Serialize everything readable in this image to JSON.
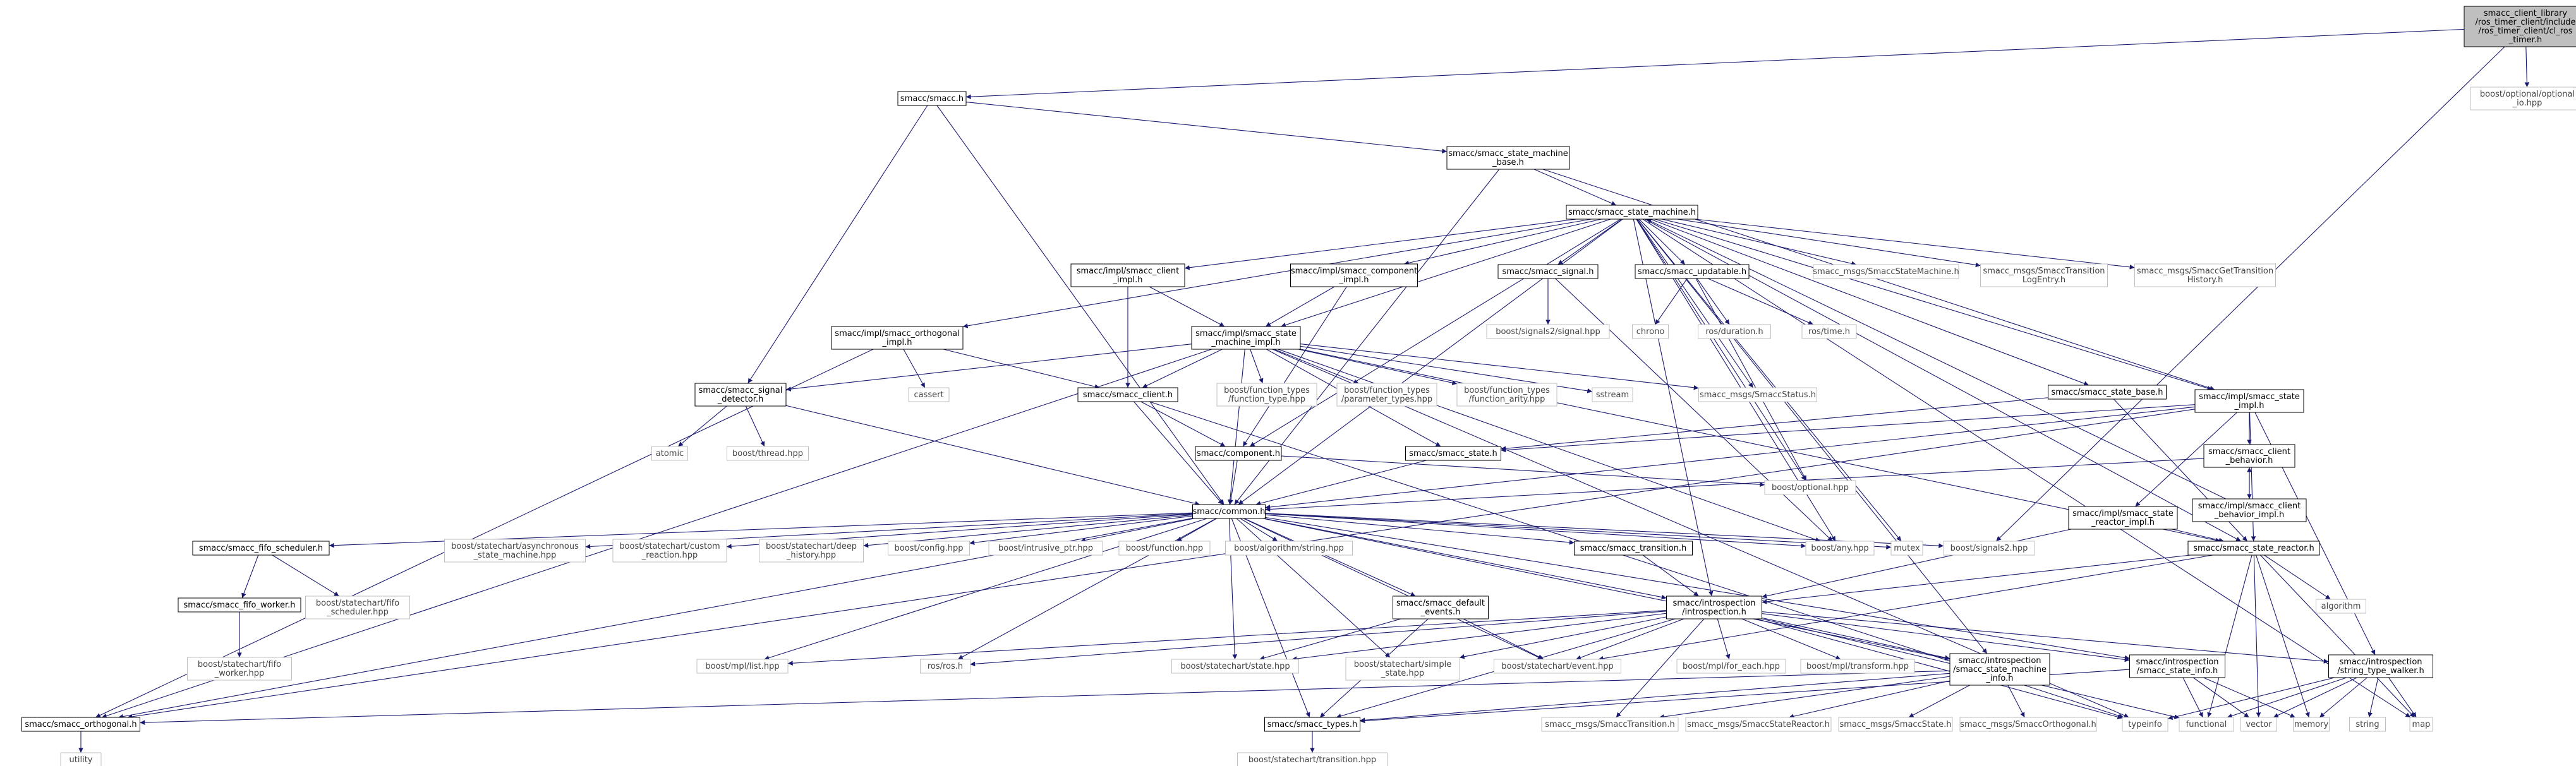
{
  "colors": {
    "edge": "#191970",
    "root_fill": "#bfbfbf",
    "external_border": "#bfbfbf",
    "external_text": "#444444"
  },
  "nodes": [
    {
      "id": "root",
      "lines": [
        "smacc_client_library",
        "/ros_timer_client/include",
        "/ros_timer_client/cl_ros",
        "_timer.h"
      ],
      "kind": "root"
    },
    {
      "id": "opt_io",
      "lines": [
        "boost/optional/optional",
        "_io.hpp"
      ],
      "kind": "ext"
    },
    {
      "id": "smacc_h",
      "lines": [
        "smacc/smacc.h"
      ],
      "kind": "int"
    },
    {
      "id": "sm_base",
      "lines": [
        "smacc/smacc_state_machine",
        "_base.h"
      ],
      "kind": "int"
    },
    {
      "id": "sm_h",
      "lines": [
        "smacc/smacc_state_machine.h"
      ],
      "kind": "int"
    },
    {
      "id": "client_impl",
      "lines": [
        "smacc/impl/smacc_client",
        "_impl.h"
      ],
      "kind": "int"
    },
    {
      "id": "component_impl",
      "lines": [
        "smacc/impl/smacc_component",
        "_impl.h"
      ],
      "kind": "int"
    },
    {
      "id": "signal_h",
      "lines": [
        "smacc/smacc_signal.h"
      ],
      "kind": "int"
    },
    {
      "id": "updatable_h",
      "lines": [
        "smacc/smacc_updatable.h"
      ],
      "kind": "int"
    },
    {
      "id": "msg_sm",
      "lines": [
        "smacc_msgs/SmaccStateMachine.h"
      ],
      "kind": "ext"
    },
    {
      "id": "msg_trlog",
      "lines": [
        "smacc_msgs/SmaccTransition",
        "LogEntry.h"
      ],
      "kind": "ext"
    },
    {
      "id": "msg_gettr",
      "lines": [
        "smacc_msgs/SmaccGetTransition",
        "History.h"
      ],
      "kind": "ext"
    },
    {
      "id": "orth_impl",
      "lines": [
        "smacc/impl/smacc_orthogonal",
        "_impl.h"
      ],
      "kind": "int"
    },
    {
      "id": "sm_impl",
      "lines": [
        "smacc/impl/smacc_state",
        "_machine_impl.h"
      ],
      "kind": "int"
    },
    {
      "id": "signals2_signal",
      "lines": [
        "boost/signals2/signal.hpp"
      ],
      "kind": "ext"
    },
    {
      "id": "chrono",
      "lines": [
        "chrono"
      ],
      "kind": "ext"
    },
    {
      "id": "ros_duration",
      "lines": [
        "ros/duration.h"
      ],
      "kind": "ext"
    },
    {
      "id": "ros_time",
      "lines": [
        "ros/time.h"
      ],
      "kind": "ext"
    },
    {
      "id": "cassert",
      "lines": [
        "cassert"
      ],
      "kind": "ext"
    },
    {
      "id": "sig_detector",
      "lines": [
        "smacc/smacc_signal",
        "_detector.h"
      ],
      "kind": "int"
    },
    {
      "id": "client_h",
      "lines": [
        "smacc/smacc_client.h"
      ],
      "kind": "int"
    },
    {
      "id": "ft_function_type",
      "lines": [
        "boost/function_types",
        "/function_type.hpp"
      ],
      "kind": "ext"
    },
    {
      "id": "ft_param_types",
      "lines": [
        "boost/function_types",
        "/parameter_types.hpp"
      ],
      "kind": "ext"
    },
    {
      "id": "ft_arity",
      "lines": [
        "boost/function_types",
        "/function_arity.hpp"
      ],
      "kind": "ext"
    },
    {
      "id": "sstream",
      "lines": [
        "sstream"
      ],
      "kind": "ext"
    },
    {
      "id": "msg_status",
      "lines": [
        "smacc_msgs/SmaccStatus.h"
      ],
      "kind": "ext"
    },
    {
      "id": "state_base",
      "lines": [
        "smacc/smacc_state_base.h"
      ],
      "kind": "int"
    },
    {
      "id": "state_impl",
      "lines": [
        "smacc/impl/smacc_state",
        "_impl.h"
      ],
      "kind": "int"
    },
    {
      "id": "atomic",
      "lines": [
        "atomic"
      ],
      "kind": "ext"
    },
    {
      "id": "boost_thread",
      "lines": [
        "boost/thread.hpp"
      ],
      "kind": "ext"
    },
    {
      "id": "component_h",
      "lines": [
        "smacc/component.h"
      ],
      "kind": "int"
    },
    {
      "id": "state_h",
      "lines": [
        "smacc/smacc_state.h"
      ],
      "kind": "int"
    },
    {
      "id": "client_behavior",
      "lines": [
        "smacc/smacc_client",
        "_behavior.h"
      ],
      "kind": "int"
    },
    {
      "id": "boost_optional",
      "lines": [
        "boost/optional.hpp"
      ],
      "kind": "ext"
    },
    {
      "id": "cb_impl",
      "lines": [
        "smacc/impl/smacc_client",
        "_behavior_impl.h"
      ],
      "kind": "int"
    },
    {
      "id": "common_h",
      "lines": [
        "smacc/common.h"
      ],
      "kind": "int"
    },
    {
      "id": "sr_impl",
      "lines": [
        "smacc/impl/smacc_state",
        "_reactor_impl.h"
      ],
      "kind": "int"
    },
    {
      "id": "fifo_sched",
      "lines": [
        "smacc/smacc_fifo_scheduler.h"
      ],
      "kind": "int"
    },
    {
      "id": "sc_async",
      "lines": [
        "boost/statechart/asynchronous",
        "_state_machine.hpp"
      ],
      "kind": "ext"
    },
    {
      "id": "sc_custom",
      "lines": [
        "boost/statechart/custom",
        "_reaction.hpp"
      ],
      "kind": "ext"
    },
    {
      "id": "sc_deep",
      "lines": [
        "boost/statechart/deep",
        "_history.hpp"
      ],
      "kind": "ext"
    },
    {
      "id": "boost_config",
      "lines": [
        "boost/config.hpp"
      ],
      "kind": "ext"
    },
    {
      "id": "intrusive_ptr",
      "lines": [
        "boost/intrusive_ptr.hpp"
      ],
      "kind": "ext"
    },
    {
      "id": "boost_function",
      "lines": [
        "boost/function.hpp"
      ],
      "kind": "ext"
    },
    {
      "id": "algo_string",
      "lines": [
        "boost/algorithm/string.hpp"
      ],
      "kind": "ext"
    },
    {
      "id": "transition_h",
      "lines": [
        "smacc/smacc_transition.h"
      ],
      "kind": "int"
    },
    {
      "id": "boost_any",
      "lines": [
        "boost/any.hpp"
      ],
      "kind": "ext"
    },
    {
      "id": "mutex",
      "lines": [
        "mutex"
      ],
      "kind": "ext"
    },
    {
      "id": "signals2",
      "lines": [
        "boost/signals2.hpp"
      ],
      "kind": "ext"
    },
    {
      "id": "state_reactor",
      "lines": [
        "smacc/smacc_state_reactor.h"
      ],
      "kind": "int"
    },
    {
      "id": "fifo_worker",
      "lines": [
        "smacc/smacc_fifo_worker.h"
      ],
      "kind": "int"
    },
    {
      "id": "sc_fifo_sched",
      "lines": [
        "boost/statechart/fifo",
        "_scheduler.hpp"
      ],
      "kind": "ext"
    },
    {
      "id": "default_events",
      "lines": [
        "smacc/smacc_default",
        "_events.h"
      ],
      "kind": "int"
    },
    {
      "id": "introspection",
      "lines": [
        "smacc/introspection",
        "/introspection.h"
      ],
      "kind": "int"
    },
    {
      "id": "algorithm",
      "lines": [
        "algorithm"
      ],
      "kind": "ext"
    },
    {
      "id": "sc_fifo_worker",
      "lines": [
        "boost/statechart/fifo",
        "_worker.hpp"
      ],
      "kind": "ext"
    },
    {
      "id": "mpl_list",
      "lines": [
        "boost/mpl/list.hpp"
      ],
      "kind": "ext"
    },
    {
      "id": "ros_h",
      "lines": [
        "ros/ros.h"
      ],
      "kind": "ext"
    },
    {
      "id": "sc_state",
      "lines": [
        "boost/statechart/state.hpp"
      ],
      "kind": "ext"
    },
    {
      "id": "sc_simple",
      "lines": [
        "boost/statechart/simple",
        "_state.hpp"
      ],
      "kind": "ext"
    },
    {
      "id": "sc_event",
      "lines": [
        "boost/statechart/event.hpp"
      ],
      "kind": "ext"
    },
    {
      "id": "mpl_foreach",
      "lines": [
        "boost/mpl/for_each.hpp"
      ],
      "kind": "ext"
    },
    {
      "id": "mpl_transform",
      "lines": [
        "boost/mpl/transform.hpp"
      ],
      "kind": "ext"
    },
    {
      "id": "sm_info",
      "lines": [
        "smacc/introspection",
        "/smacc_state_machine",
        "_info.h"
      ],
      "kind": "int"
    },
    {
      "id": "state_info",
      "lines": [
        "smacc/introspection",
        "/smacc_state_info.h"
      ],
      "kind": "int"
    },
    {
      "id": "type_walker",
      "lines": [
        "smacc/introspection",
        "/string_type_walker.h"
      ],
      "kind": "int"
    },
    {
      "id": "orthogonal_h",
      "lines": [
        "smacc/smacc_orthogonal.h"
      ],
      "kind": "int"
    },
    {
      "id": "types_h",
      "lines": [
        "smacc/smacc_types.h"
      ],
      "kind": "int"
    },
    {
      "id": "msg_transition",
      "lines": [
        "smacc_msgs/SmaccTransition.h"
      ],
      "kind": "ext"
    },
    {
      "id": "msg_sreactor",
      "lines": [
        "smacc_msgs/SmaccStateReactor.h"
      ],
      "kind": "ext"
    },
    {
      "id": "msg_state",
      "lines": [
        "smacc_msgs/SmaccState.h"
      ],
      "kind": "ext"
    },
    {
      "id": "msg_orth",
      "lines": [
        "smacc_msgs/SmaccOrthogonal.h"
      ],
      "kind": "ext"
    },
    {
      "id": "typeinfo",
      "lines": [
        "typeinfo"
      ],
      "kind": "ext"
    },
    {
      "id": "functional",
      "lines": [
        "functional"
      ],
      "kind": "ext"
    },
    {
      "id": "vector",
      "lines": [
        "vector"
      ],
      "kind": "ext"
    },
    {
      "id": "memory",
      "lines": [
        "memory"
      ],
      "kind": "ext"
    },
    {
      "id": "string",
      "lines": [
        "string"
      ],
      "kind": "ext"
    },
    {
      "id": "map",
      "lines": [
        "map"
      ],
      "kind": "ext"
    },
    {
      "id": "utility",
      "lines": [
        "utility"
      ],
      "kind": "ext"
    },
    {
      "id": "sc_transition",
      "lines": [
        "boost/statechart/transition.hpp"
      ],
      "kind": "ext"
    }
  ],
  "edges": [
    [
      "root",
      "smacc_h"
    ],
    [
      "root",
      "opt_io"
    ],
    [
      "root",
      "signals2"
    ],
    [
      "smacc_h",
      "sm_base"
    ],
    [
      "smacc_h",
      "sig_detector"
    ],
    [
      "smacc_h",
      "common_h"
    ],
    [
      "sm_base",
      "sm_h"
    ],
    [
      "sm_base",
      "common_h"
    ],
    [
      "sm_base",
      "state_impl"
    ],
    [
      "sm_h",
      "client_impl"
    ],
    [
      "sm_h",
      "component_impl"
    ],
    [
      "sm_h",
      "signal_h"
    ],
    [
      "sm_h",
      "updatable_h"
    ],
    [
      "sm_h",
      "msg_sm"
    ],
    [
      "sm_h",
      "msg_trlog"
    ],
    [
      "sm_h",
      "msg_gettr"
    ],
    [
      "sm_h",
      "orth_impl"
    ],
    [
      "sm_h",
      "sm_impl"
    ],
    [
      "sm_h",
      "common_h"
    ],
    [
      "sm_h",
      "msg_status"
    ],
    [
      "sm_h",
      "state_base"
    ],
    [
      "sm_h",
      "state_impl"
    ],
    [
      "sm_h",
      "state_reactor"
    ],
    [
      "sm_h",
      "introspection"
    ],
    [
      "sm_h",
      "mutex"
    ],
    [
      "sm_h",
      "map"
    ],
    [
      "sm_h",
      "boost_any"
    ],
    [
      "sm_h",
      "sm_info"
    ],
    [
      "sm_h",
      "component_h"
    ],
    [
      "sm_h",
      "boost_optional"
    ],
    [
      "client_impl",
      "sm_impl"
    ],
    [
      "client_impl",
      "client_h"
    ],
    [
      "component_impl",
      "sm_impl"
    ],
    [
      "component_impl",
      "component_h"
    ],
    [
      "signal_h",
      "signals2_signal"
    ],
    [
      "signal_h",
      "boost_any"
    ],
    [
      "updatable_h",
      "chrono"
    ],
    [
      "updatable_h",
      "ros_duration"
    ],
    [
      "updatable_h",
      "ros_time"
    ],
    [
      "updatable_h",
      "boost_optional"
    ],
    [
      "orth_impl",
      "cassert"
    ],
    [
      "orth_impl",
      "client_h"
    ],
    [
      "orth_impl",
      "orthogonal_h"
    ],
    [
      "sm_impl",
      "sig_detector"
    ],
    [
      "sm_impl",
      "client_h"
    ],
    [
      "sm_impl",
      "ft_function_type"
    ],
    [
      "sm_impl",
      "ft_param_types"
    ],
    [
      "sm_impl",
      "ft_arity"
    ],
    [
      "sm_impl",
      "sstream"
    ],
    [
      "sm_impl",
      "msg_status"
    ],
    [
      "sm_impl",
      "orthogonal_h"
    ],
    [
      "sm_impl",
      "state_h"
    ],
    [
      "sm_impl",
      "common_h"
    ],
    [
      "sm_impl",
      "boost_any"
    ],
    [
      "sm_impl",
      "typeinfo"
    ],
    [
      "sm_impl",
      "state_reactor"
    ],
    [
      "sig_detector",
      "atomic"
    ],
    [
      "sig_detector",
      "boost_thread"
    ],
    [
      "sig_detector",
      "common_h"
    ],
    [
      "client_h",
      "common_h"
    ],
    [
      "client_h",
      "component_h"
    ],
    [
      "client_h",
      "typeinfo"
    ],
    [
      "state_base",
      "state_h"
    ],
    [
      "state_base",
      "state_reactor"
    ],
    [
      "state_impl",
      "state_h"
    ],
    [
      "state_impl",
      "client_behavior"
    ],
    [
      "state_impl",
      "sr_impl"
    ],
    [
      "state_impl",
      "state_reactor"
    ],
    [
      "state_impl",
      "orthogonal_h"
    ],
    [
      "state_impl",
      "type_walker"
    ],
    [
      "state_impl",
      "common_h"
    ],
    [
      "component_h",
      "common_h"
    ],
    [
      "component_h",
      "boost_optional"
    ],
    [
      "state_h",
      "common_h"
    ],
    [
      "client_behavior",
      "common_h"
    ],
    [
      "client_behavior",
      "cb_impl"
    ],
    [
      "cb_impl",
      "client_behavior"
    ],
    [
      "cb_impl",
      "sm_h"
    ],
    [
      "sr_impl",
      "state_reactor"
    ],
    [
      "sr_impl",
      "introspection"
    ],
    [
      "common_h",
      "fifo_sched"
    ],
    [
      "common_h",
      "sc_async"
    ],
    [
      "common_h",
      "sc_custom"
    ],
    [
      "common_h",
      "sc_deep"
    ],
    [
      "common_h",
      "boost_config"
    ],
    [
      "common_h",
      "intrusive_ptr"
    ],
    [
      "common_h",
      "boost_function"
    ],
    [
      "common_h",
      "algo_string"
    ],
    [
      "common_h",
      "transition_h"
    ],
    [
      "common_h",
      "boost_any"
    ],
    [
      "common_h",
      "mutex"
    ],
    [
      "common_h",
      "signals2"
    ],
    [
      "common_h",
      "default_events"
    ],
    [
      "common_h",
      "introspection"
    ],
    [
      "common_h",
      "mpl_list"
    ],
    [
      "common_h",
      "ros_h"
    ],
    [
      "common_h",
      "sc_state"
    ],
    [
      "common_h",
      "sc_simple"
    ],
    [
      "common_h",
      "sc_event"
    ],
    [
      "common_h",
      "types_h"
    ],
    [
      "common_h",
      "orthogonal_h"
    ],
    [
      "common_h",
      "sm_info"
    ],
    [
      "common_h",
      "state_info"
    ],
    [
      "fifo_sched",
      "fifo_worker"
    ],
    [
      "fifo_sched",
      "sc_fifo_sched"
    ],
    [
      "fifo_worker",
      "sc_fifo_worker"
    ],
    [
      "transition_h",
      "introspection"
    ],
    [
      "default_events",
      "sc_state"
    ],
    [
      "default_events",
      "sc_event"
    ],
    [
      "default_events",
      "types_h"
    ],
    [
      "introspection",
      "mpl_list"
    ],
    [
      "introspection",
      "ros_h"
    ],
    [
      "introspection",
      "sc_state"
    ],
    [
      "introspection",
      "sc_simple"
    ],
    [
      "introspection",
      "sc_event"
    ],
    [
      "introspection",
      "mpl_foreach"
    ],
    [
      "introspection",
      "mpl_transform"
    ],
    [
      "introspection",
      "sm_info"
    ],
    [
      "introspection",
      "state_info"
    ],
    [
      "introspection",
      "type_walker"
    ],
    [
      "introspection",
      "types_h"
    ],
    [
      "introspection",
      "msg_transition"
    ],
    [
      "introspection",
      "typeinfo"
    ],
    [
      "introspection",
      "functional"
    ],
    [
      "state_reactor",
      "algorithm"
    ],
    [
      "state_reactor",
      "functional"
    ],
    [
      "state_reactor",
      "vector"
    ],
    [
      "state_reactor",
      "memory"
    ],
    [
      "state_reactor",
      "map"
    ],
    [
      "state_reactor",
      "introspection"
    ],
    [
      "state_reactor",
      "sc_event"
    ],
    [
      "sm_info",
      "orthogonal_h"
    ],
    [
      "sm_info",
      "types_h"
    ],
    [
      "sm_info",
      "msg_transition"
    ],
    [
      "sm_info",
      "msg_sreactor"
    ],
    [
      "sm_info",
      "msg_state"
    ],
    [
      "sm_info",
      "msg_orth"
    ],
    [
      "state_info",
      "functional"
    ],
    [
      "state_info",
      "vector"
    ],
    [
      "state_info",
      "memory"
    ],
    [
      "state_info",
      "types_h"
    ],
    [
      "type_walker",
      "typeinfo"
    ],
    [
      "type_walker",
      "functional"
    ],
    [
      "type_walker",
      "vector"
    ],
    [
      "type_walker",
      "memory"
    ],
    [
      "type_walker",
      "string"
    ],
    [
      "type_walker",
      "map"
    ],
    [
      "orthogonal_h",
      "utility"
    ],
    [
      "types_h",
      "sc_transition"
    ]
  ]
}
